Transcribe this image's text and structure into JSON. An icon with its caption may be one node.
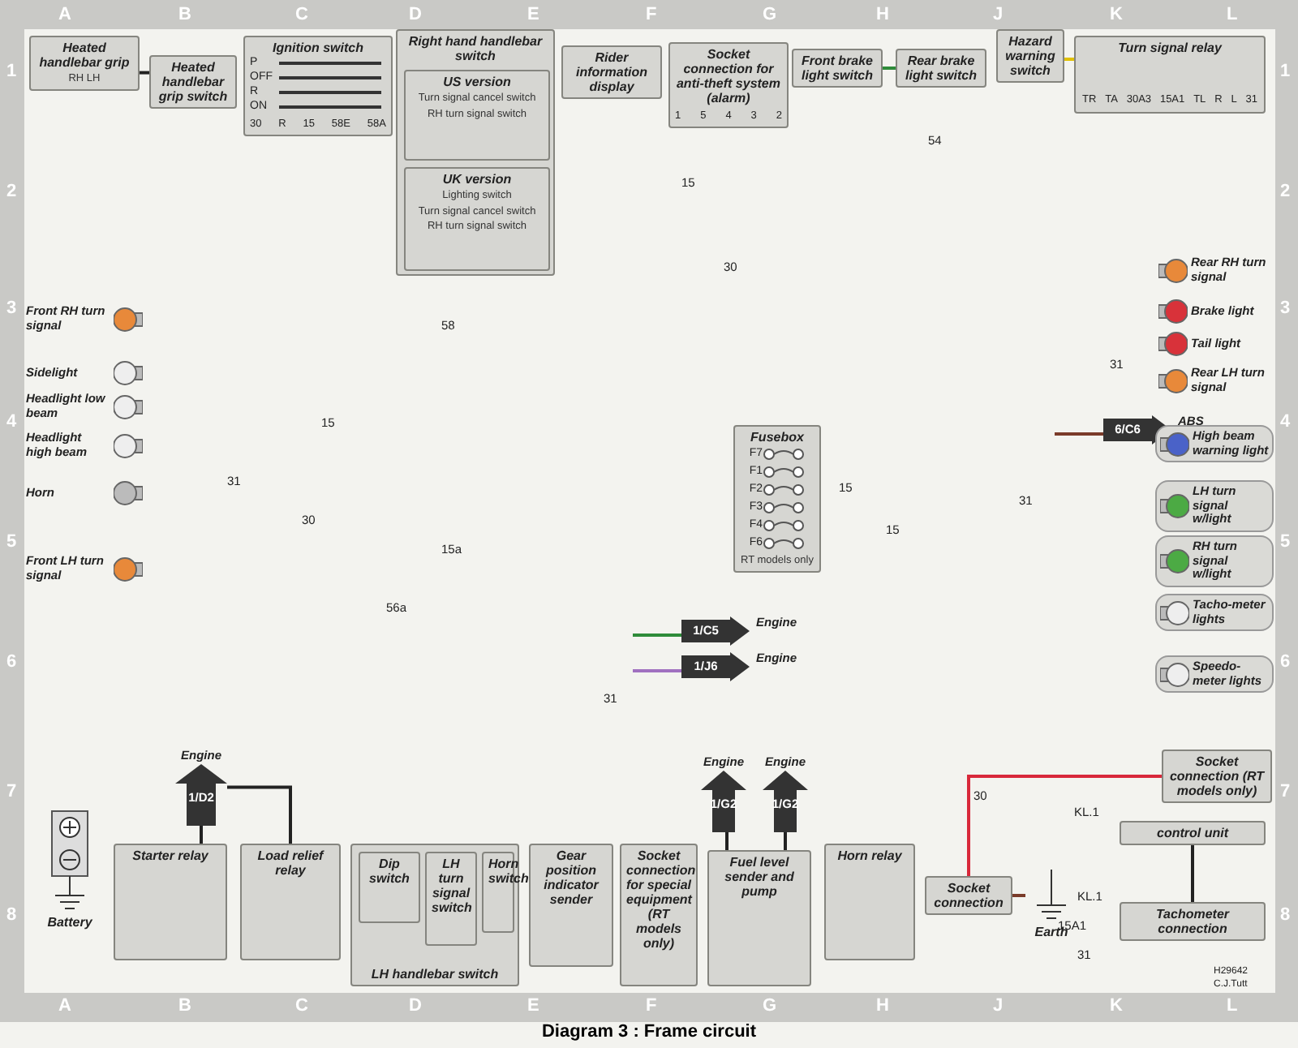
{
  "diagram": {
    "caption": "Diagram 3 : Frame circuit",
    "nodes": [
      {
        "text": [
          "Heated handlebar grip",
          "RH LH"
        ]
      },
      {
        "text": [
          "Heated handlebar grip switch"
        ]
      },
      {
        "text": [
          "Ignition switch",
          "P",
          "OFF",
          "R",
          "ON",
          "30",
          "R",
          "15",
          "58E",
          "58A"
        ]
      },
      {
        "text": [
          "Right hand handlebar switch"
        ]
      },
      {
        "text": [
          "US version",
          "Turn signal cancel switch",
          "RH turn signal switch"
        ],
        "in": 3
      },
      {
        "text": [
          "UK version",
          "Lighting switch",
          "Turn signal cancel switch",
          "RH turn signal switch"
        ],
        "in": 3
      },
      {
        "text": [
          "Rider information display"
        ]
      },
      {
        "text": [
          "Socket connection for anti-theft system (alarm)",
          "1",
          "5",
          "4",
          "3",
          "2"
        ]
      },
      {
        "text": [
          "Front brake light switch"
        ]
      },
      {
        "text": [
          "Rear brake light switch"
        ]
      },
      {
        "text": [
          "Hazard warning switch"
        ]
      },
      {
        "text": [
          "Turn signal relay",
          "TR",
          "TA",
          "30A3",
          "15A1",
          "TL",
          "R",
          "L",
          "31"
        ]
      },
      {
        "text": [
          "Front RH turn signal"
        ]
      },
      {
        "text": [
          "Sidelight"
        ]
      },
      {
        "text": [
          "Headlight low beam"
        ]
      },
      {
        "text": [
          "Headlight high beam"
        ]
      },
      {
        "text": [
          "Horn"
        ]
      },
      {
        "text": [
          "Front LH turn signal"
        ]
      },
      {
        "text": [
          "Rear RH turn signal"
        ]
      },
      {
        "text": [
          "Brake light"
        ]
      },
      {
        "text": [
          "Tail light"
        ]
      },
      {
        "text": [
          "Rear LH turn signal"
        ]
      },
      {
        "text": [
          "6/C6"
        ],
        "beside": [
          "ABS"
        ]
      },
      {
        "text": [
          "Fusebox",
          "F7",
          "F1",
          "F2",
          "F3",
          "F4",
          "F6",
          "RT models only"
        ]
      },
      {
        "text": [
          "High beam warning light"
        ]
      },
      {
        "text": [
          "LH turn signal w/light"
        ]
      },
      {
        "text": [
          "RH turn signal w/light"
        ]
      },
      {
        "text": [
          "Tacho-meter lights"
        ]
      },
      {
        "text": [
          "Speedo-meter lights"
        ]
      },
      {
        "text": [
          "1/C5"
        ],
        "beside": [
          "Engine"
        ]
      },
      {
        "text": [
          "1/J6"
        ],
        "beside": [
          "Engine"
        ]
      },
      {
        "text": [
          "Socket connection (RT models only)"
        ]
      },
      {
        "text": [
          "control unit"
        ]
      },
      {
        "text": [
          "Tachometer connection"
        ]
      },
      {
        "text": [
          "Battery"
        ]
      },
      {
        "text": [
          "Starter relay"
        ]
      },
      {
        "text": [
          "1/D2"
        ],
        "beside": [
          "Engine"
        ]
      },
      {
        "text": [
          "Load relief relay"
        ]
      },
      {
        "text": [
          "LH handlebar switch"
        ]
      },
      {
        "text": [
          "Dip switch"
        ],
        "in": 38
      },
      {
        "text": [
          "LH turn signal switch"
        ],
        "in": 38
      },
      {
        "text": [
          "Horn switch"
        ],
        "in": 38
      },
      {
        "text": [
          "Gear position indicator sender"
        ]
      },
      {
        "text": [
          "Socket connection for special equipment (RT models only)"
        ]
      },
      {
        "text": [
          "Fuel level sender and pump"
        ]
      },
      {
        "text": [
          "1/G2"
        ],
        "beside": [
          "Engine"
        ]
      },
      {
        "text": [
          "1/G2"
        ],
        "beside": [
          "Engine"
        ]
      },
      {
        "text": [
          "Horn relay"
        ]
      },
      {
        "text": [
          "Socket connection"
        ]
      },
      {
        "text": [
          "Earth"
        ]
      }
    ],
    "edges": [
      {
        "from": 1,
        "to": 0,
        "arrow": "none"
      },
      {
        "from": 35,
        "to": 36,
        "arrow": "none"
      },
      {
        "from": 37,
        "to": 36,
        "arrow": "none"
      },
      {
        "from": 44,
        "to": 45,
        "arrow": "none"
      },
      {
        "from": 44,
        "to": 46,
        "arrow": "none"
      },
      {
        "from": 32,
        "to": 33,
        "arrow": "none"
      },
      {
        "from": 48,
        "to": 49,
        "arrow": "none",
        "color": "#7a3b2a"
      },
      {
        "from": 8,
        "to": 9,
        "arrow": "none",
        "color": "#2e8b3a"
      },
      {
        "from": 10,
        "to": 11,
        "arrow": "none",
        "color": "#e0c000"
      },
      {
        "from": 31,
        "to": 48,
        "arrow": "none",
        "color": "#d8283a"
      },
      {
        "from": null,
        "to": 22,
        "arrow": "none",
        "color": "#7a3b2a"
      },
      {
        "from": null,
        "to": 29,
        "arrow": "none",
        "color": "#2e8b3a"
      },
      {
        "from": null,
        "to": 30,
        "arrow": "none",
        "color": "#a070c0"
      }
    ],
    "labels": [
      "A",
      "B",
      "C",
      "D",
      "E",
      "F",
      "G",
      "H",
      "J",
      "K",
      "L",
      "1",
      "2",
      "3",
      "4",
      "5",
      "6",
      "7",
      "8",
      "1",
      "2",
      "3",
      "4",
      "5",
      "6",
      "7",
      "8",
      "A",
      "B",
      "C",
      "D",
      "E",
      "F",
      "G",
      "H",
      "J",
      "K",
      "L",
      "15",
      "54",
      "30",
      "58",
      "15",
      "31",
      "30",
      "15a",
      "56a",
      "31",
      "31",
      "15",
      "15",
      "31",
      "30",
      "KL.1",
      "KL.1",
      "15A1",
      "31",
      "H29642",
      "C.J.Tutt"
    ]
  }
}
